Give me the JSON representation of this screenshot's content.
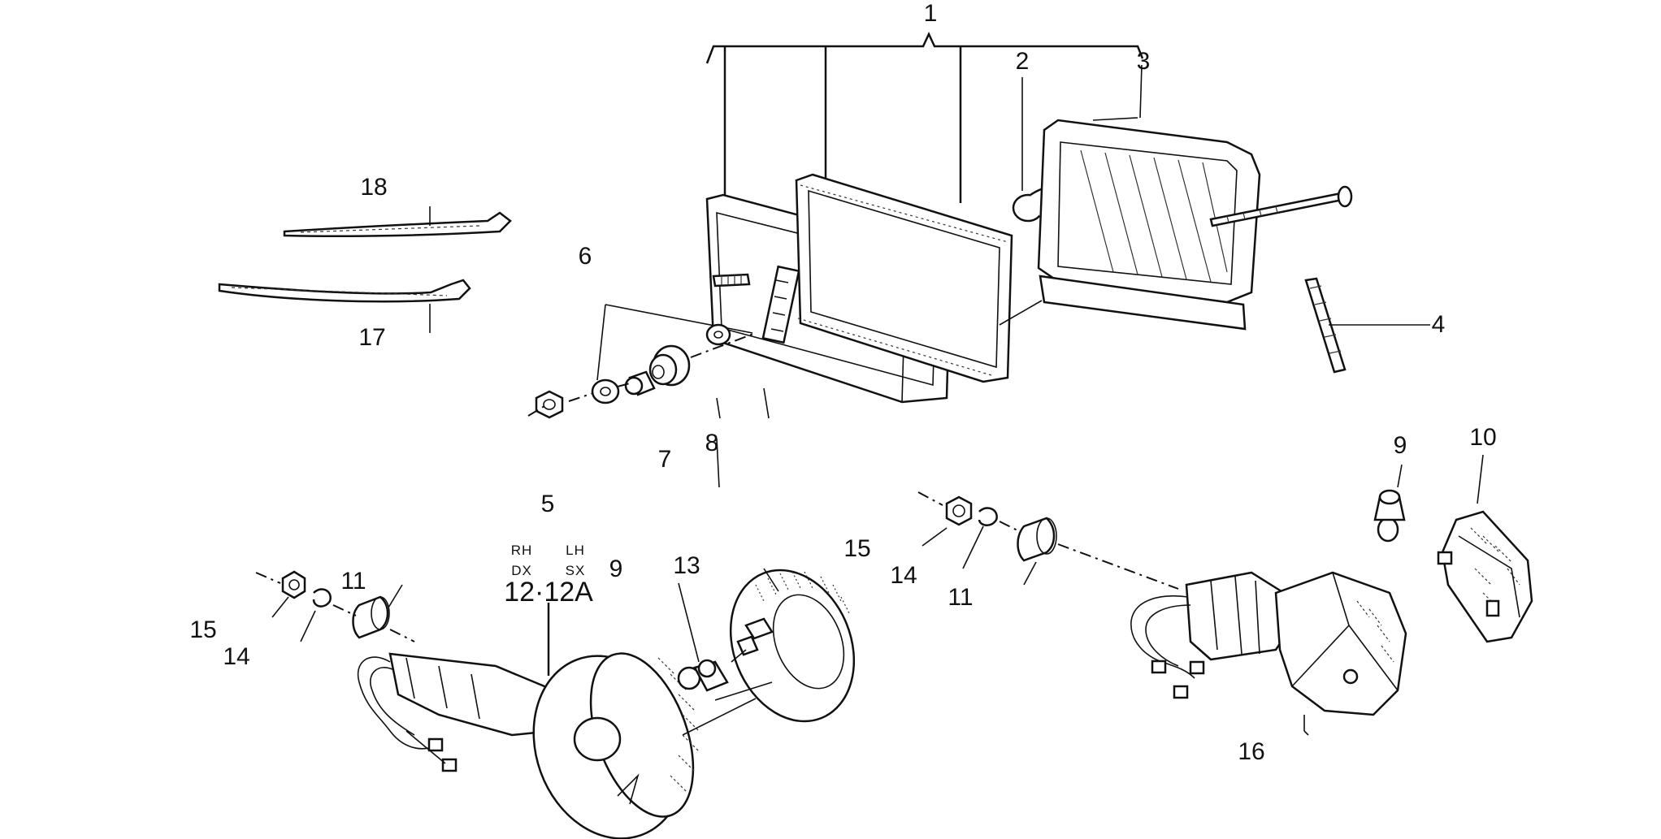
{
  "diagram": {
    "callouts": {
      "c1": "1",
      "c2": "2",
      "c3": "3",
      "c4": "4",
      "c5": "5",
      "c6": "6",
      "c7": "7",
      "c8": "8",
      "c9a": "9",
      "c9b": "9",
      "c10": "10",
      "c11a": "11",
      "c11b": "11",
      "c13": "13",
      "c14a": "14",
      "c14b": "14",
      "c15a": "15",
      "c15b": "15",
      "c16": "16",
      "c17": "17",
      "c18": "18"
    },
    "side_labels": {
      "rh": "RH",
      "lh": "LH",
      "dx": "DX",
      "sx": "SX"
    },
    "part_12": "12·12A"
  }
}
